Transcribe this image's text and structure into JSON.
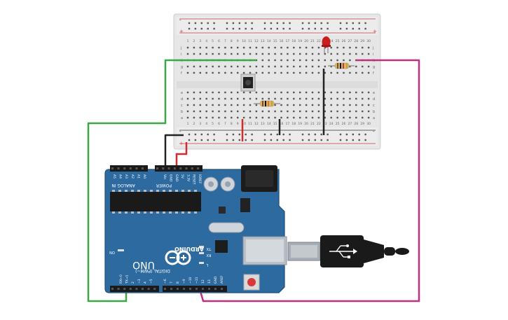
{
  "breadboard": {
    "row_labels_top": [
      "j",
      "i",
      "h",
      "g",
      "f"
    ],
    "row_labels_bottom": [
      "e",
      "d",
      "c",
      "b",
      "a"
    ],
    "column_numbers": [
      "1",
      "2",
      "3",
      "4",
      "5",
      "6",
      "7",
      "8",
      "9",
      "10",
      "11",
      "12",
      "13",
      "14",
      "15",
      "16",
      "17",
      "18",
      "19",
      "20",
      "21",
      "22",
      "23",
      "24",
      "25",
      "26",
      "27",
      "28",
      "29",
      "30"
    ],
    "rail_plus": "+",
    "rail_minus": "-"
  },
  "arduino": {
    "brand": "ARDUINO",
    "model": "UNO",
    "power_label": "POWER",
    "analog_label": "ANALOG IN",
    "digital_label": "DIGITAL (PWM~)",
    "power_pins": [
      "IOREF",
      "RESET",
      "3.3V",
      "5V",
      "GND",
      "GND",
      "Vin"
    ],
    "analog_pins": [
      "A0",
      "A1",
      "A2",
      "A3",
      "A4",
      "A5"
    ],
    "digital_pins": [
      "AREF",
      "GND",
      "13",
      "12",
      "~11",
      "~10",
      "~9",
      "8",
      "7",
      "~6",
      "~5",
      "4",
      "~3",
      "2",
      "TX→1",
      "RX←0"
    ],
    "led_labels": [
      "TX",
      "RX",
      "L"
    ],
    "on_label": "ON"
  },
  "colors": {
    "board": "#2c6aa0",
    "board_dark": "#1e4f7a",
    "breadboard": "#e5e5e5",
    "wire_green": "#3aa845",
    "wire_magenta": "#c0307f",
    "wire_red": "#d42a2a",
    "wire_black": "#222222",
    "led": "#c81e1e",
    "resistor": "#d8b775"
  },
  "icons": [
    "usb-cable-icon",
    "pushbutton-icon",
    "resistor-icon",
    "led-icon",
    "reset-button-icon"
  ]
}
